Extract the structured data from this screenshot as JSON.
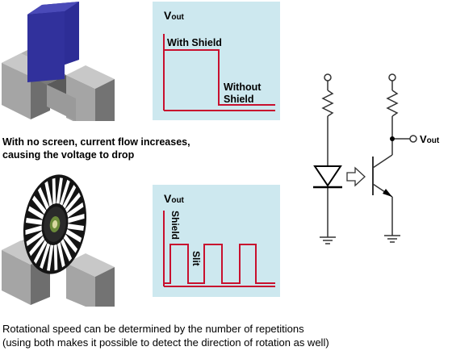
{
  "graph1": {
    "vout_label": "V",
    "vout_sub": "out",
    "with_shield_label": "With Shield",
    "without_shield_line1": "Without",
    "without_shield_line2": "Shield"
  },
  "caption1": {
    "line1": "With no screen, current flow increases,",
    "line2": "causing the voltage to drop"
  },
  "graph2": {
    "vout_label": "V",
    "vout_sub": "out",
    "shield_label": "Shield",
    "slit_label": "Slit"
  },
  "caption2": {
    "line1": "Rotational speed can be determined by the number of repetitions",
    "line2": "(using both makes it possible to detect the direction of rotation as well)"
  },
  "circuit": {
    "vout_label": "V",
    "vout_sub": "out"
  },
  "colors": {
    "graph_bg": "#cde8ef",
    "signal": "#c8102e",
    "shield_plate": "#2a2a8c",
    "sensor_body": "#8e8e8e"
  }
}
